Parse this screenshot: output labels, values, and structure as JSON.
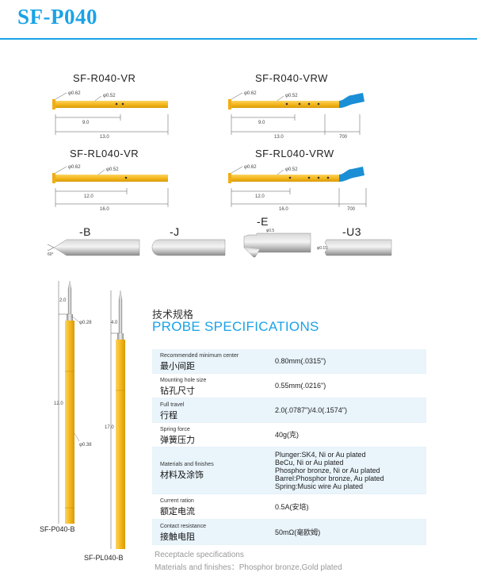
{
  "title": "SF-P040",
  "receptacles": [
    {
      "label": "SF-R040-VR",
      "d1": "φ0.62",
      "d2": "φ0.52",
      "len1": "9.0",
      "len2": "13.0"
    },
    {
      "label": "SF-R040-VRW",
      "d1": "φ0.62",
      "d2": "φ0.52",
      "len1": "9.0",
      "len2": "13.0",
      "wire": "700"
    },
    {
      "label": "SF-RL040-VR",
      "d1": "φ0.62",
      "d2": "φ0.52",
      "len1": "12.0",
      "len2": "16.0"
    },
    {
      "label": "SF-RL040-VRW",
      "d1": "φ0.62",
      "d2": "φ0.52",
      "len1": "12.0",
      "len2": "16.0",
      "wire": "700"
    }
  ],
  "tips": [
    {
      "label": "-B",
      "note": "60°"
    },
    {
      "label": "-J"
    },
    {
      "label": "-E",
      "note": "φ0.5"
    },
    {
      "label": "-U3",
      "note": "φ0.15"
    }
  ],
  "probes": [
    {
      "label": "SF-P040-B",
      "dim_top": "2.0",
      "dim_total": "12.0",
      "d_tip": "φ0.28",
      "d_body": "φ0.38"
    },
    {
      "label": "SF-PL040-B",
      "dim_top": "4.0",
      "dim_total": "17.0"
    }
  ],
  "spec": {
    "title_cn": "技术规格",
    "title_en": "PROBE SPECIFICATIONS",
    "rows": [
      {
        "en": "Recommended minimum center",
        "cn": "最小间距",
        "val": "0.80mm(.0315\")"
      },
      {
        "en": "Mounting hole size",
        "cn": "钻孔尺寸",
        "val": "0.55mm(.0216\")"
      },
      {
        "en": "Full travel",
        "cn": "行程",
        "val": "2.0(.0787\")/4.0(.1574\")"
      },
      {
        "en": "Spring force",
        "cn": "弹簧压力",
        "val": "40g(克)"
      },
      {
        "en": "Materials and finishes",
        "cn": "材料及涂饰",
        "val": [
          "Plunger:SK4, Ni or Au plated",
          "BeCu, Ni or Au plated",
          "Phosphor bronze, Ni or Au plated",
          "Barrel:Phosphor bronze, Au plated",
          "Spring:Music wire Au plated"
        ]
      },
      {
        "en": "Current ration",
        "cn": "额定电流",
        "val": "0.5A(安培)"
      },
      {
        "en": "Contact resistance",
        "cn": "接触电阻",
        "val": "50mΩ(毫欧姆)"
      }
    ]
  },
  "footer": {
    "line1": "Receptacle specifications",
    "line2": "Materials and finishes：Phosphor bronze,Gold plated"
  },
  "colors": {
    "accent": "#1aa3e6",
    "gold": "#f5b81c",
    "gold_dark": "#d99a0a",
    "wire": "#1a8fd6",
    "row_shade": "#e9f4fb"
  }
}
